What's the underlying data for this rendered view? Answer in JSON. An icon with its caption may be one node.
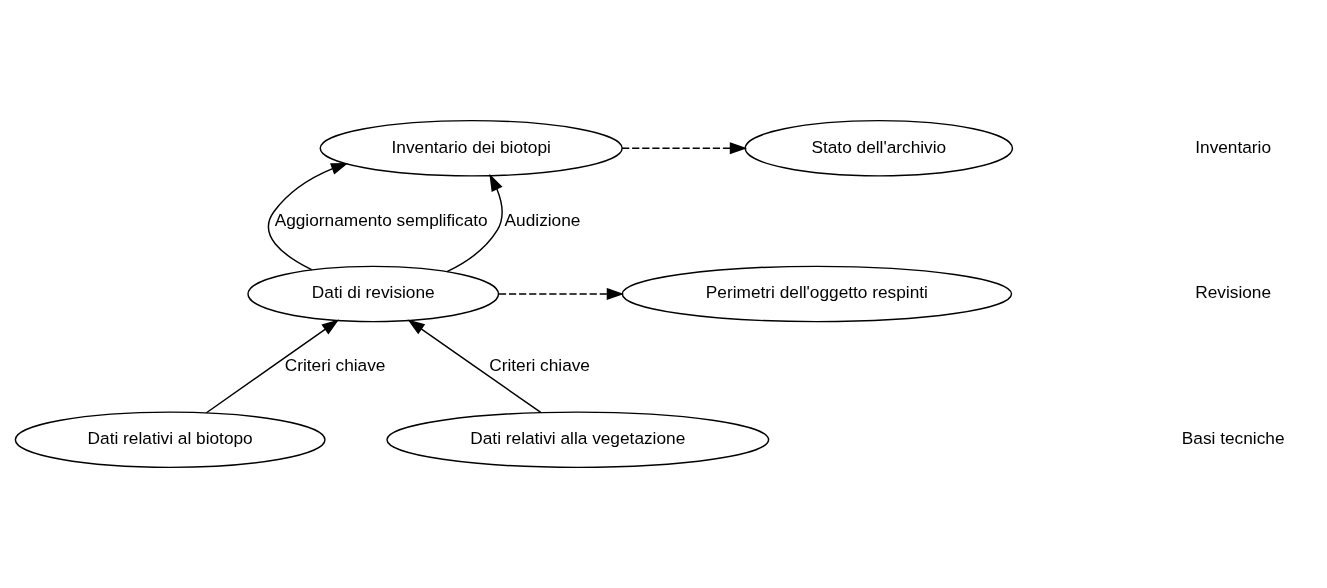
{
  "diagram": {
    "nodes": [
      {
        "text": [
          "Inventario dei biotopi"
        ]
      },
      {
        "text": [
          "Stato dell'archivio"
        ]
      },
      {
        "text": [
          "Perimetri dell'oggetto respinti"
        ]
      },
      {
        "text": [
          "Dati di revisione"
        ]
      },
      {
        "text": [
          "Dati relativi al biotopo"
        ]
      },
      {
        "text": [
          "Dati relativi alla vegetazione"
        ]
      }
    ],
    "edges": [
      {
        "from": 3,
        "to": 0,
        "arrow": "to",
        "label": "Aggiornamento semplificato"
      },
      {
        "from": 3,
        "to": 0,
        "arrow": "to",
        "label": "Audizione"
      },
      {
        "from": 0,
        "to": 1,
        "arrow": "to",
        "style": "dashed"
      },
      {
        "from": 3,
        "to": 2,
        "arrow": "to",
        "style": "dashed"
      },
      {
        "from": 4,
        "to": 3,
        "arrow": "to",
        "label": "Criteri chiave"
      },
      {
        "from": 5,
        "to": 3,
        "arrow": "to",
        "label": "Criteri chiave"
      }
    ],
    "labels": [
      "Inventario",
      "Revisione",
      "Basi tecniche"
    ]
  }
}
